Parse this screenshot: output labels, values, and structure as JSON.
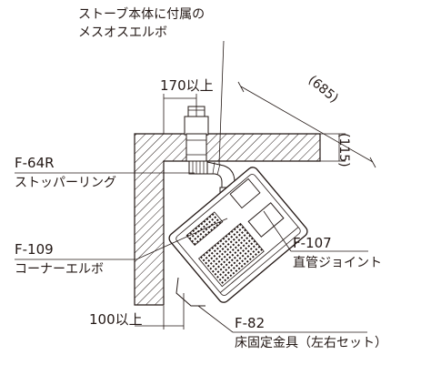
{
  "callouts": {
    "elbow_line1": "ストーブ本体に付属の",
    "elbow_line2": "メスオスエルボ",
    "f64r_code": "F-64R",
    "f64r_name": "ストッパーリング",
    "f109_code": "F-109",
    "f109_name": "コーナーエルボ",
    "f107_code": "F-107",
    "f107_name": "直管ジョイント",
    "f82_code": "F-82",
    "f82_name": "床固定金具（左右セット）"
  },
  "dimensions": {
    "top_clearance": "170以上",
    "left_clearance": "100以上",
    "height": "(115)",
    "diagonal": "(685)"
  },
  "colors": {
    "line": "#231815",
    "hatch": "#231815",
    "background": "#ffffff"
  }
}
